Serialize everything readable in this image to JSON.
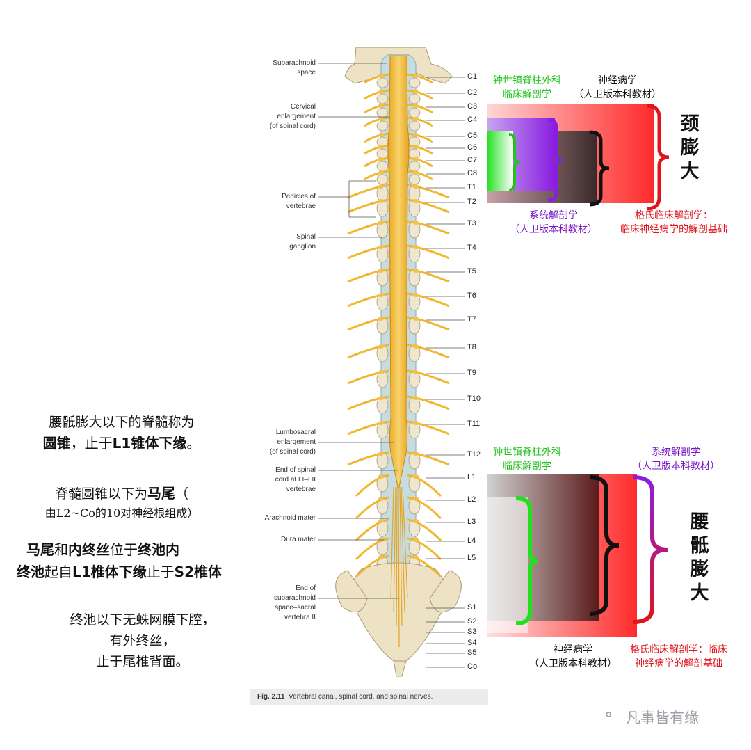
{
  "anatomy_labels": [
    "Subarachnoid\nspace",
    "Cervical\nenlargement\n(of spinal cord)",
    "Pedicles of\nvertebrae",
    "Spinal\nganglion",
    "Lumbosacral\nenlargement\n(of spinal cord)",
    "End of spinal\ncord at LI–LII\nvertebrae",
    "Arachnoid mater",
    "Dura mater",
    "End of\nsubarachnoid\nspace–sacral\nvertebra II"
  ],
  "levels": [
    "C1",
    "C2",
    "C3",
    "C4",
    "C5",
    "C6",
    "C7",
    "C8",
    "T1",
    "T2",
    "T3",
    "T4",
    "T5",
    "T6",
    "T7",
    "T8",
    "T9",
    "T10",
    "T11",
    "T12",
    "L1",
    "L2",
    "L3",
    "L4",
    "L5",
    "S1",
    "S2",
    "S3",
    "S4",
    "S5",
    "Co"
  ],
  "cervical_panel": {
    "green_label": "钟世镇脊柱外科\n临床解剖学",
    "black_label": "神经病学\n（人卫版本科教材）",
    "purple_label": "系统解剖学\n（人卫版本科教材）",
    "red_label": "格氏临床解剖学：\n临床神经病学的解剖基础",
    "title": "颈\n膨\n大"
  },
  "lumbar_panel": {
    "green_label": "钟世镇脊柱外科\n临床解剖学",
    "purple_label": "系统解剖学\n（人卫版本科教材）",
    "black_label": "神经病学\n（人卫版本科教材）",
    "red_label": "格氏临床解剖学：临床\n神经病学的解剖基础",
    "title": "腰\n骶\n膨\n大"
  },
  "notes": {
    "p1_line1": "腰骶膨大以下的脊髓称为",
    "p1_b1": "圆锥",
    "p1_mid": "，止于",
    "p1_b2": "L1锥体下缘",
    "p1_end": "。",
    "p2_pre": "脊髓圆锥以下为",
    "p2_b": "马尾",
    "p2_post": "（",
    "p2_line2": "由L2~Co的10对神经根组成）",
    "p3_b1": "马尾",
    "p3_t1": "和",
    "p3_b2": "内终丝",
    "p3_t2": "位于",
    "p3_b3": "终池内",
    "p3_b4": "终池",
    "p3_t3": "起自",
    "p3_b5": "L1椎体下缘",
    "p3_t4": "止于",
    "p3_b6": "S2椎体",
    "p4_line1": "终池以下无蛛网膜下腔，",
    "p4_line2": "有外终丝，",
    "p4_line3": "止于尾椎背面。"
  },
  "caption": {
    "fig": "Fig. 2.11",
    "text": "Vertebral canal, spinal cord, and spinal nerves."
  },
  "watermark": "凡事皆有缘",
  "colors": {
    "green": "#22c41e",
    "purple": "#7a18c8",
    "red": "#e0141c",
    "nerve": "#f0b62c",
    "bone": "#efe6cf",
    "cord": "#f3c04a"
  }
}
